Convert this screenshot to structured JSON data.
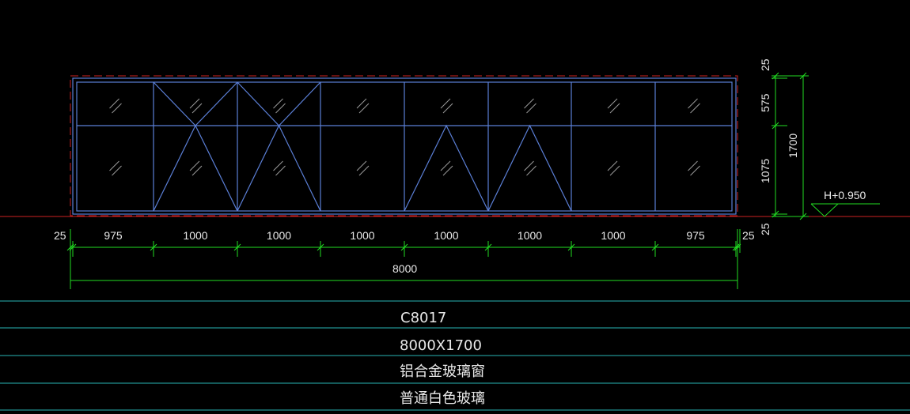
{
  "dimensions": {
    "bottom_segments": [
      "975",
      "1000",
      "1000",
      "1000",
      "1000",
      "1000",
      "1000",
      "975"
    ],
    "left_edge": "25",
    "right_edge": "25",
    "total_width": "8000",
    "right_segments": [
      "25",
      "575",
      "1075",
      "25"
    ],
    "total_height": "1700"
  },
  "elevation_label": "H+0.950",
  "window_table": {
    "code": "C8017",
    "size": "8000X1700",
    "type": "铝合金玻璃窗",
    "glass": "普通白色玻璃"
  },
  "colors": {
    "frame": "#5b7fd6",
    "dimension": "#22dd22",
    "ground": "#cc2222",
    "table_line": "#27b3b3",
    "text": "#e8e8e8"
  }
}
